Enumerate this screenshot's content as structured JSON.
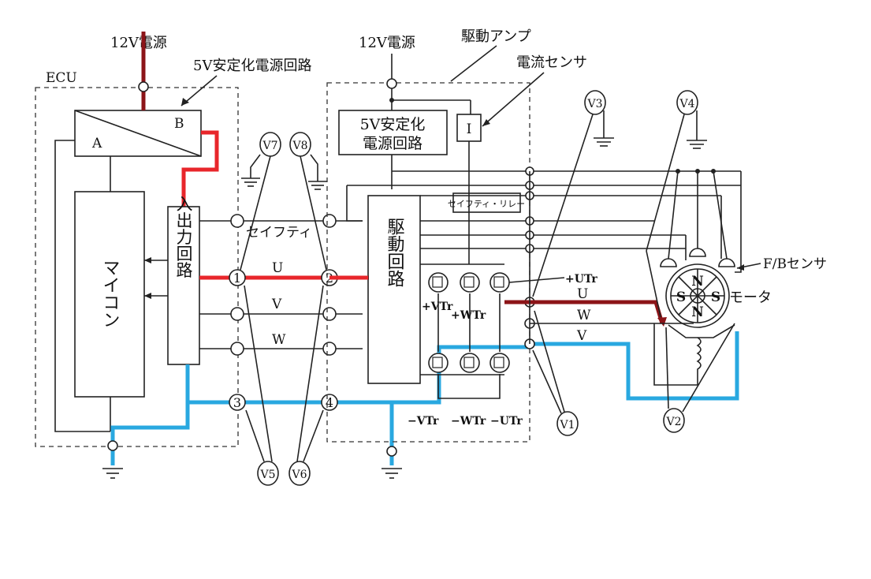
{
  "labels": {
    "power_12v_left": "12V電源",
    "power_12v_right": "12V電源",
    "regulator_5v_left": "5V安定化電源回路",
    "ecu": "ECU",
    "block_a": "A",
    "block_b": "B",
    "micon": "マイコン",
    "io_circuit": "入出力回路",
    "drive_amp": "駆動アンプ",
    "current_sensor": "電流センサ",
    "current_sensor_box": "I",
    "regulator_5v_right_1": "5V安定化",
    "regulator_5v_right_2": "電源回路",
    "safety_relay": "セイフティ・リレー",
    "drive_circuit": "駆動回路",
    "safety_line": "セイフティ",
    "line_u": "U",
    "line_v": "V",
    "line_w": "W",
    "motor_u": "U",
    "motor_w": "W",
    "motor_v": "V",
    "pos_utr": "+UTr",
    "pos_vtr": "+VTr",
    "pos_wtr": "+WTr",
    "neg_vtr": "−VTr",
    "neg_wtr": "−WTr",
    "neg_utr": "−UTr",
    "fb_sensor": "F/Bセンサ",
    "motor": "モータ",
    "pole_n_top": "N",
    "pole_s_left": "S",
    "pole_s_right": "S",
    "pole_n_bottom": "N"
  },
  "terminals": [
    "1",
    "2",
    "3",
    "4"
  ],
  "meters": {
    "v1": "V1",
    "v2": "V2",
    "v3": "V3",
    "v4": "V4",
    "v5": "V5",
    "v6": "V6",
    "v7": "V7",
    "v8": "V8"
  },
  "colors": {
    "red_highlight": "#e8262b",
    "darkred_highlight": "#8c1418",
    "blue_highlight": "#29a8e0",
    "line": "#222222"
  }
}
